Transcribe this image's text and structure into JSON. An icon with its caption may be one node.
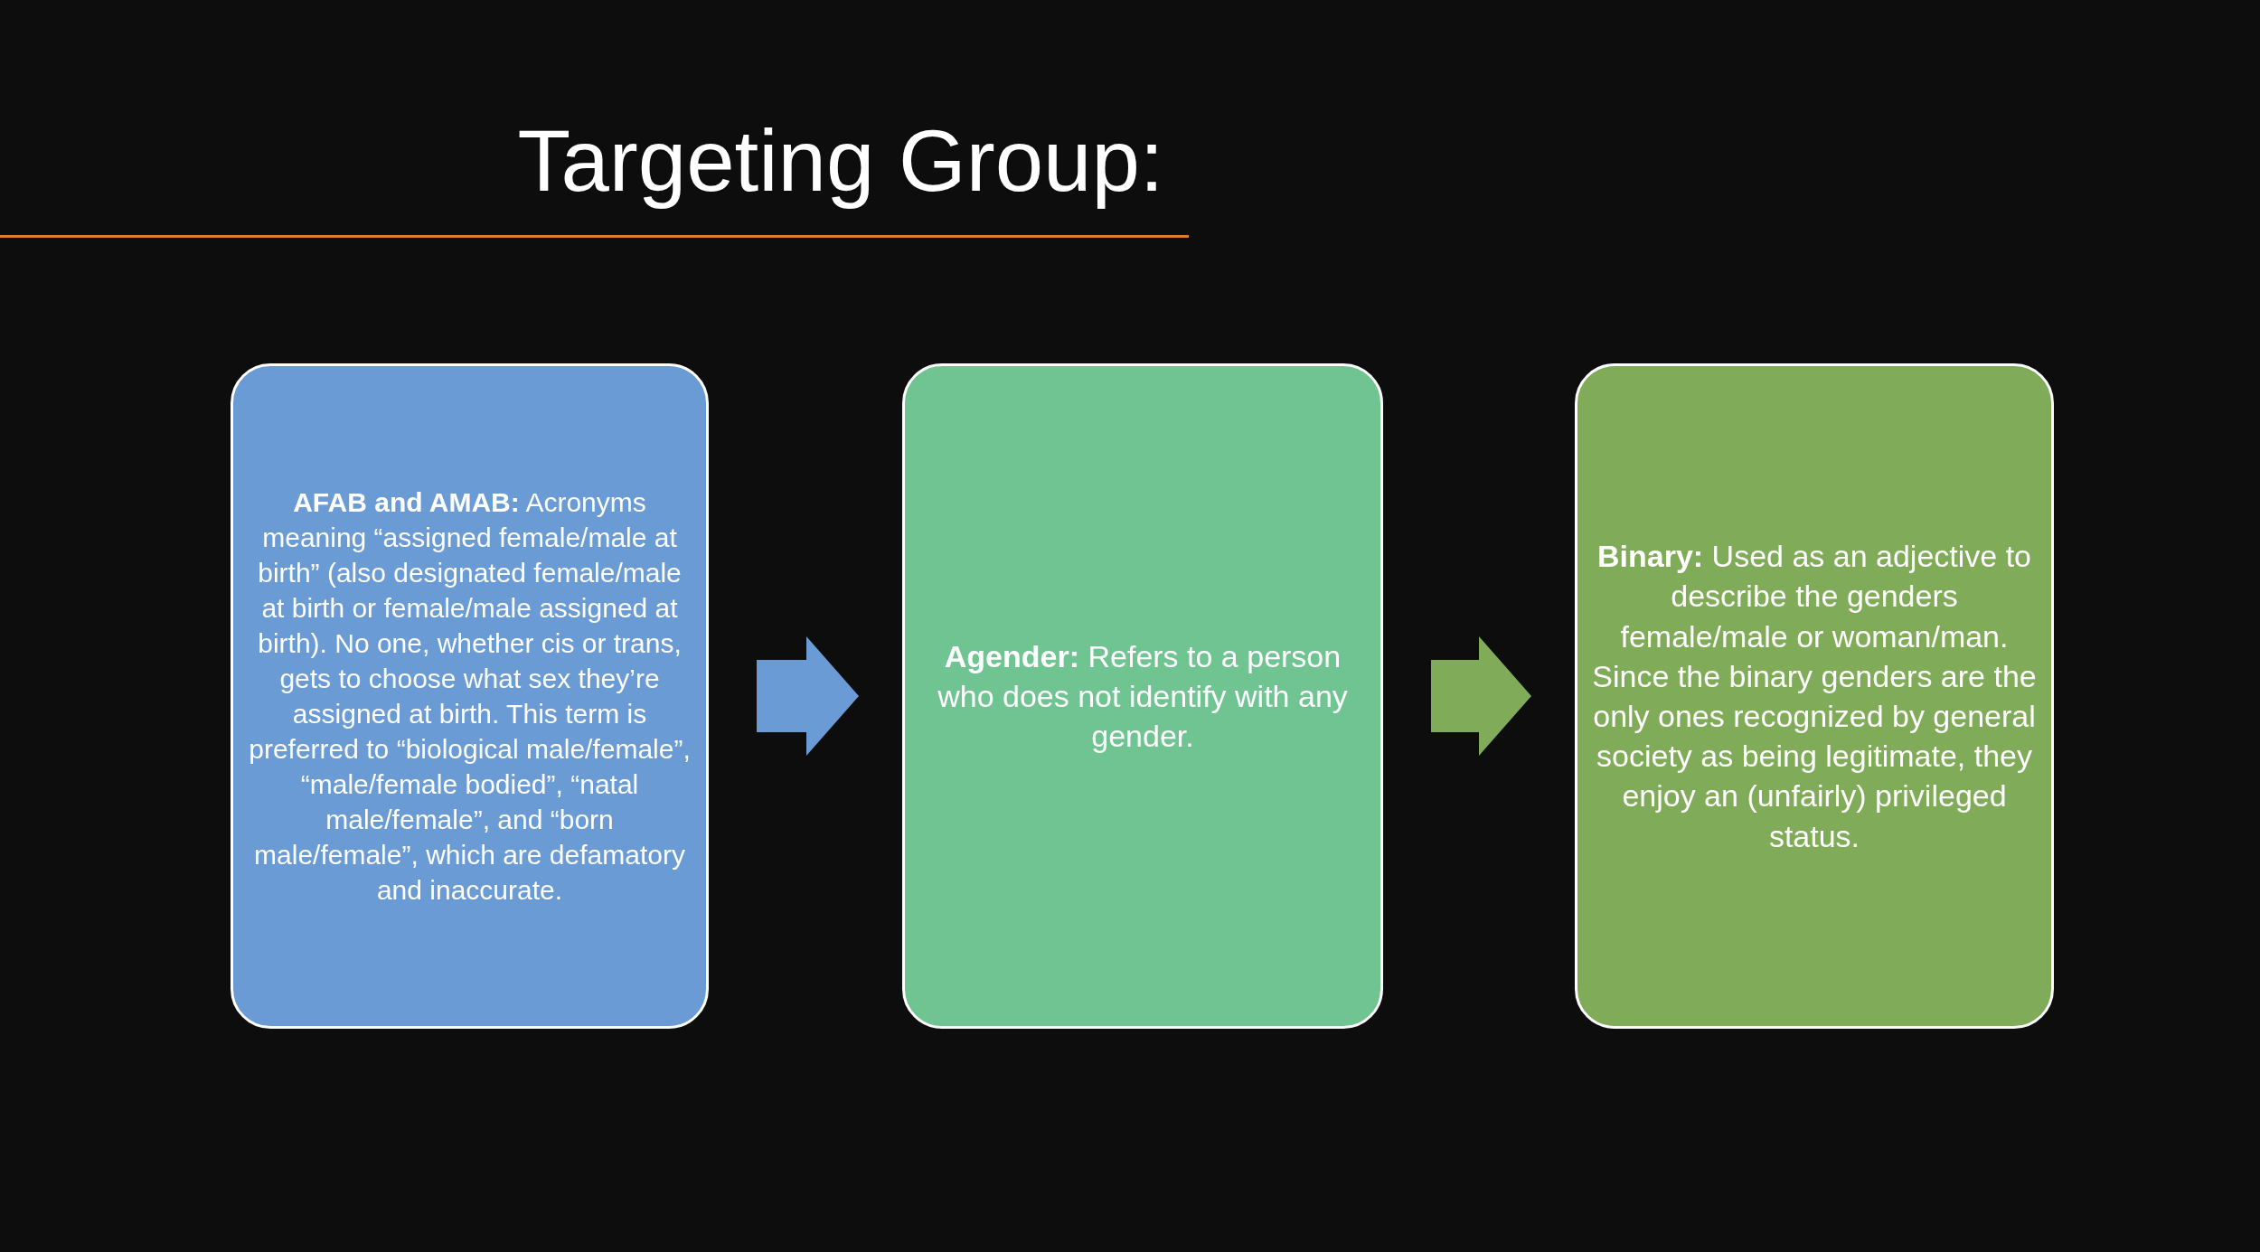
{
  "diagram": {
    "title": "Targeting Group:",
    "nodes": [
      {
        "text": [
          "**AFAB and AMAB:** Acronyms meaning “assigned female/male at birth” (also designated female/male at birth or female/male assigned at birth). No one, whether cis or trans, gets to choose what sex they’re assigned at birth. This term is preferred to “biological male/female”, “male/female bodied”, “natal male/female”, and “born male/female”, which are defamatory and inaccurate."
        ]
      },
      {
        "text": [
          "**Agender:** Refers to a person who does not identify with any gender."
        ]
      },
      {
        "text": [
          "**Binary:** Used as an adjective to describe the genders female/male or woman/man. Since the binary genders are the only ones recognized by general society as being legitimate, they enjoy an (unfairly) privileged status."
        ]
      }
    ],
    "edges": [
      {
        "from": 0,
        "to": 1,
        "arrow": "to",
        "style": "thick",
        "color": "#6a9bd4"
      },
      {
        "from": 1,
        "to": 2,
        "arrow": "to",
        "style": "thick",
        "color": "#80ab58"
      }
    ]
  }
}
